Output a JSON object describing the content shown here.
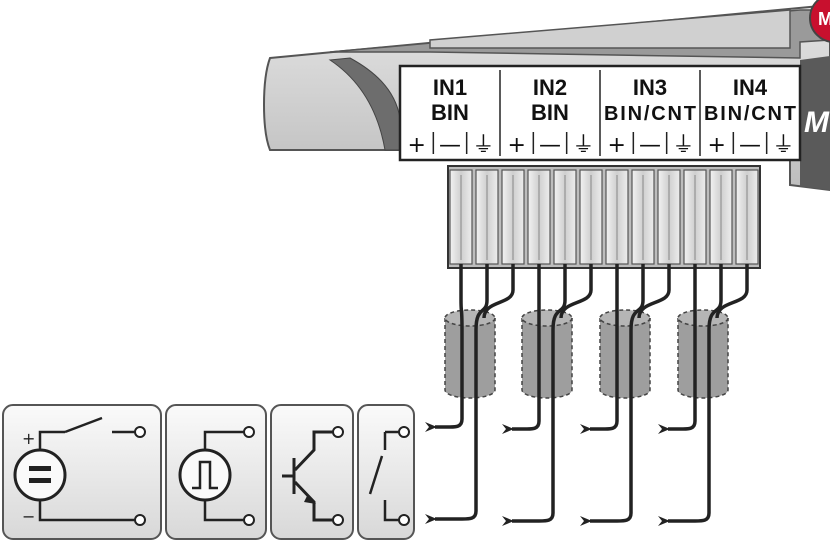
{
  "channels": [
    {
      "name": "IN1",
      "type": "BIN",
      "terminals": [
        "+",
        "—",
        "⏚"
      ]
    },
    {
      "name": "IN2",
      "type": "BIN",
      "terminals": [
        "+",
        "—",
        "⏚"
      ]
    },
    {
      "name": "IN3",
      "type": "BIN/CNT",
      "terminals": [
        "+",
        "—",
        "⏚"
      ]
    },
    {
      "name": "IN4",
      "type": "BIN/CNT",
      "terminals": [
        "+",
        "—",
        "⏚"
      ]
    }
  ],
  "brand_fragment": "M",
  "badge_fragment": "M",
  "source_panels": {
    "voltage_source": {
      "plus": "+",
      "minus": "−",
      "symbol": "="
    },
    "pulse_generator": {
      "symbol": "pulse"
    },
    "transistor": {
      "symbol": "npn"
    },
    "contact": {
      "symbol": "switch"
    }
  },
  "colors": {
    "housing": "#c9c9c9",
    "housing_dark": "#6d6d6d",
    "terminal_block": "#d9d9d9",
    "shield": "#9e9e9e",
    "wire": "#222222",
    "badge_red": "#c8102e"
  }
}
